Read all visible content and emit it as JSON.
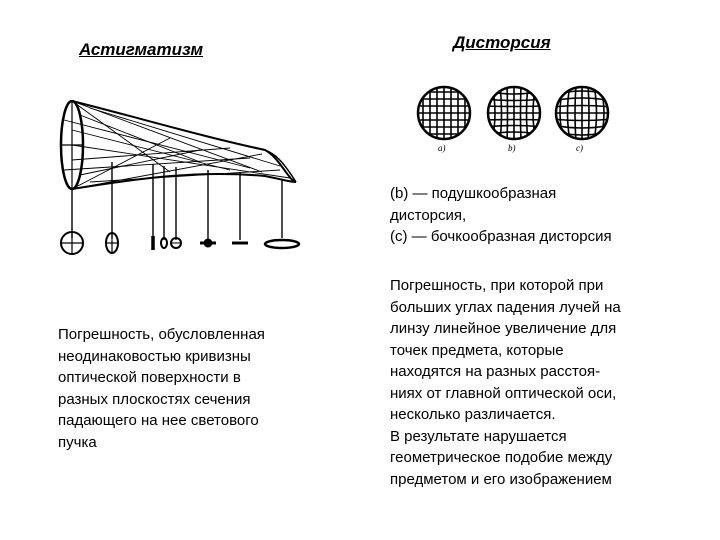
{
  "left": {
    "heading": "Астигматизм",
    "description": " Погрешность, обусловленная\nнеодинаковостью кривизны\nоптической поверхности в\nразных плоскостях сечения\nпадающего на нее светового\nпучка"
  },
  "right": {
    "heading": "Дисторсия",
    "grid_labels": [
      "a)",
      "b)",
      "c)"
    ],
    "caption": "(b) — подушкообразная\nдисторсия,\n(с) — бочкообразная дисторсия",
    "description": "Погрешность, при которой при\nбольших углах падения лучей на\nлинзу линейное увеличение для\nточек предмета, которые\nнаходятся на разных расстоя-\nниях от главной оптической оси,\nнесколько различается.\nВ результате нарушается\nгеометрическое подобие между\nпредметом и его изображением"
  },
  "icons": {
    "astigmatism": "astigmatism-ray-bundle-diagram",
    "distortion": "distortion-grids-diagram"
  }
}
